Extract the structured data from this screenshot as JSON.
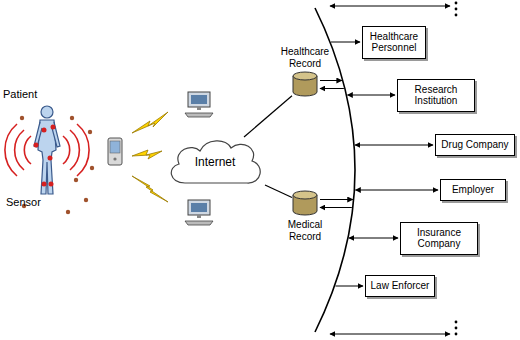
{
  "diagram": {
    "nodes": [
      {
        "text": [
          "Internet"
        ]
      },
      {
        "text": [
          "Healthcare Record"
        ]
      },
      {
        "text": [
          "Medical Record"
        ]
      },
      {
        "text": [
          "Healthcare Personnel"
        ]
      },
      {
        "text": [
          "Research Institution"
        ]
      },
      {
        "text": [
          "Drug Company"
        ]
      },
      {
        "text": [
          "Employer"
        ]
      },
      {
        "text": [
          "Insurance Company"
        ]
      },
      {
        "text": [
          "Law Enforcer"
        ]
      }
    ],
    "edges": [
      {
        "from": 0,
        "to": 1,
        "arrow": "none"
      },
      {
        "from": 0,
        "to": 2,
        "arrow": "none"
      }
    ],
    "labels": [
      "Patient",
      "Sensor"
    ]
  }
}
